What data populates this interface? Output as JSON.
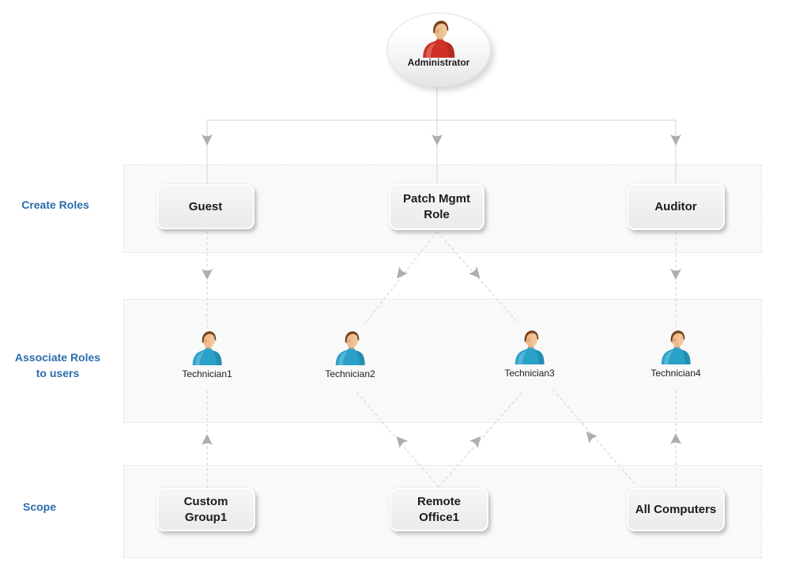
{
  "colors": {
    "accent_blue": "#2b6cac",
    "admin_shirt": "#cf3127",
    "technician_shirt": "#2aa1c9",
    "line_solid": "#d4d4d4",
    "line_dashed": "#d9d9d9",
    "section_background": "#f9f9f9"
  },
  "administrator": {
    "label": "Administrator"
  },
  "side_labels": {
    "create_roles": "Create Roles",
    "associate_roles_line1": "Associate Roles",
    "associate_roles_line2": "to users",
    "scope": "Scope"
  },
  "roles": [
    {
      "label": "Guest"
    },
    {
      "label": "Patch Mgmt Role"
    },
    {
      "label": "Auditor"
    }
  ],
  "technicians": [
    {
      "label": "Technician1"
    },
    {
      "label": "Technician2"
    },
    {
      "label": "Technician3"
    },
    {
      "label": "Technician4"
    }
  ],
  "scopes": [
    {
      "label": "Custom Group1"
    },
    {
      "label": "Remote Office1"
    },
    {
      "label": "All Computers"
    }
  ],
  "edges": [
    {
      "from": "Administrator",
      "to": "Guest",
      "style": "solid"
    },
    {
      "from": "Administrator",
      "to": "Patch Mgmt Role",
      "style": "solid"
    },
    {
      "from": "Administrator",
      "to": "Auditor",
      "style": "solid"
    },
    {
      "from": "Guest",
      "to": "Technician1",
      "style": "dashed"
    },
    {
      "from": "Patch Mgmt Role",
      "to": "Technician2",
      "style": "dashed"
    },
    {
      "from": "Patch Mgmt Role",
      "to": "Technician3",
      "style": "dashed"
    },
    {
      "from": "Auditor",
      "to": "Technician4",
      "style": "dashed"
    },
    {
      "from": "Custom Group1",
      "to": "Technician1",
      "style": "dashed"
    },
    {
      "from": "Remote Office1",
      "to": "Technician2",
      "style": "dashed"
    },
    {
      "from": "Remote Office1",
      "to": "Technician3",
      "style": "dashed"
    },
    {
      "from": "All Computers",
      "to": "Technician3",
      "style": "dashed"
    },
    {
      "from": "All Computers",
      "to": "Technician4",
      "style": "dashed"
    }
  ]
}
